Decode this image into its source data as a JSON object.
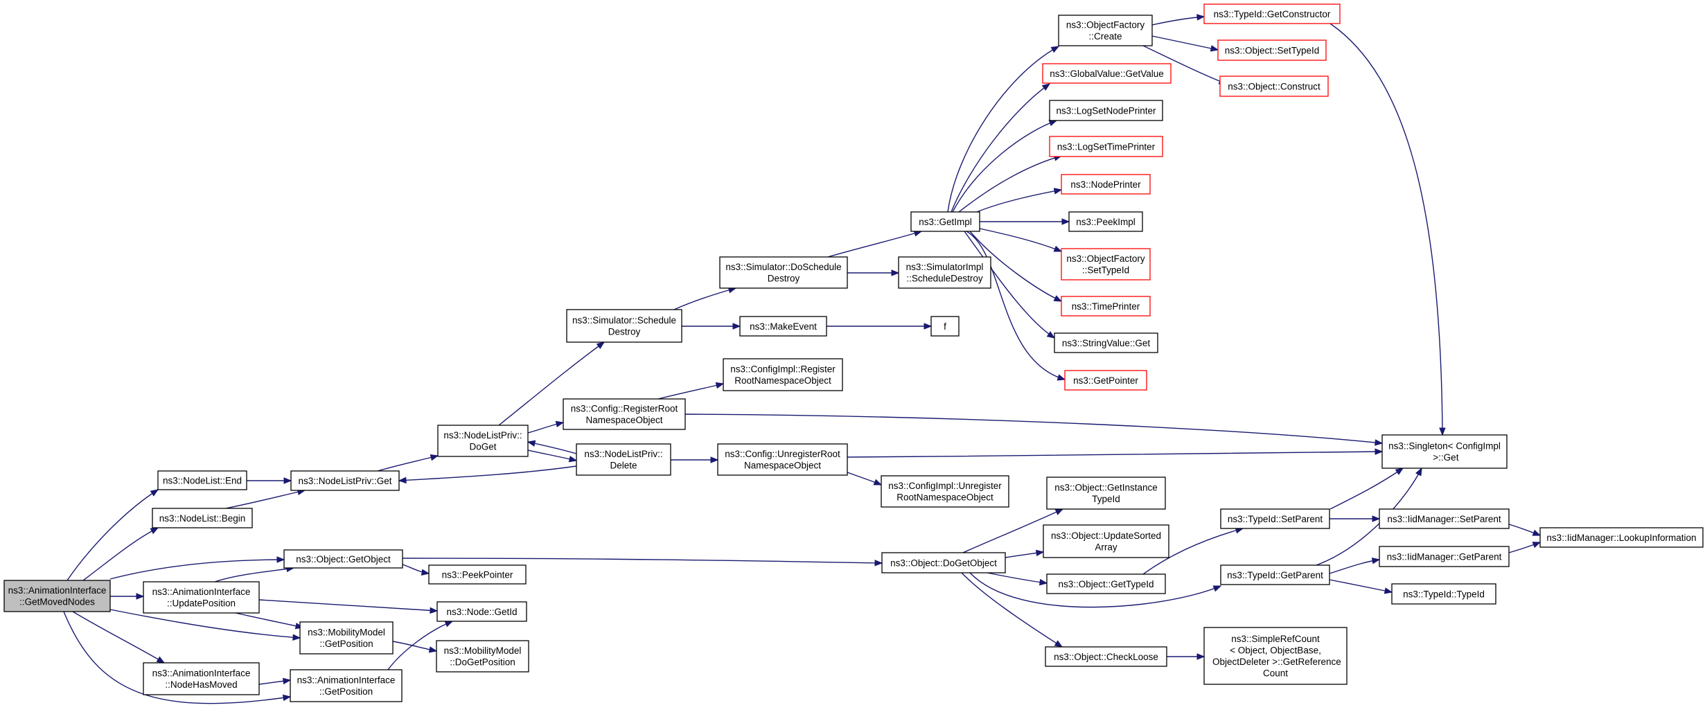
{
  "graph": {
    "nodes": [
      {
        "id": "root",
        "lines": [
          "ns3::AnimationInterface",
          "::GetMovedNodes"
        ],
        "root": true
      },
      {
        "id": "nl_end",
        "lines": [
          "ns3::NodeList::End"
        ]
      },
      {
        "id": "nl_begin",
        "lines": [
          "ns3::NodeList::Begin"
        ]
      },
      {
        "id": "nlp_get",
        "lines": [
          "ns3::NodeListPriv::Get"
        ]
      },
      {
        "id": "nlp_doget",
        "lines": [
          "ns3::NodeListPriv::",
          "DoGet"
        ]
      },
      {
        "id": "nlp_delete",
        "lines": [
          "ns3::NodeListPriv::",
          "Delete"
        ]
      },
      {
        "id": "sim_schedule",
        "lines": [
          "ns3::Simulator::Schedule",
          "Destroy"
        ]
      },
      {
        "id": "sim_doschedule",
        "lines": [
          "ns3::Simulator::DoSchedule",
          "Destroy"
        ]
      },
      {
        "id": "makeevent",
        "lines": [
          "ns3::MakeEvent"
        ]
      },
      {
        "id": "f",
        "lines": [
          "f"
        ]
      },
      {
        "id": "simimpl_sd",
        "lines": [
          "ns3::SimulatorImpl",
          "::ScheduleDestroy"
        ]
      },
      {
        "id": "getimpl",
        "lines": [
          "ns3::GetImpl"
        ]
      },
      {
        "id": "of_create",
        "lines": [
          "ns3::ObjectFactory",
          "::Create"
        ]
      },
      {
        "id": "tid_getctor",
        "lines": [
          "ns3::TypeId::GetConstructor"
        ],
        "missing": true
      },
      {
        "id": "obj_settypeid",
        "lines": [
          "ns3::Object::SetTypeId"
        ],
        "missing": true
      },
      {
        "id": "obj_construct",
        "lines": [
          "ns3::Object::Construct"
        ],
        "missing": true
      },
      {
        "id": "gv_getvalue",
        "lines": [
          "ns3::GlobalValue::GetValue"
        ],
        "missing": true
      },
      {
        "id": "lognodeprinter",
        "lines": [
          "ns3::LogSetNodePrinter"
        ]
      },
      {
        "id": "logtimeprinter",
        "lines": [
          "ns3::LogSetTimePrinter"
        ],
        "missing": true
      },
      {
        "id": "nodeprinter",
        "lines": [
          "ns3::NodePrinter"
        ],
        "missing": true
      },
      {
        "id": "peekimpl",
        "lines": [
          "ns3::PeekImpl"
        ]
      },
      {
        "id": "of_settypeid",
        "lines": [
          "ns3::ObjectFactory",
          "::SetTypeId"
        ],
        "missing": true
      },
      {
        "id": "timeprinter",
        "lines": [
          "ns3::TimePrinter"
        ],
        "missing": true
      },
      {
        "id": "stringvalue_get",
        "lines": [
          "ns3::StringValue::Get"
        ]
      },
      {
        "id": "getpointer",
        "lines": [
          "ns3::GetPointer"
        ],
        "missing": true
      },
      {
        "id": "cfgimpl_reg",
        "lines": [
          "ns3::ConfigImpl::Register",
          "RootNamespaceObject"
        ]
      },
      {
        "id": "cfg_reg",
        "lines": [
          "ns3::Config::RegisterRoot",
          "NamespaceObject"
        ]
      },
      {
        "id": "cfg_unreg",
        "lines": [
          "ns3::Config::UnregisterRoot",
          "NamespaceObject"
        ]
      },
      {
        "id": "cfgimpl_unreg",
        "lines": [
          "ns3::ConfigImpl::Unregister",
          "RootNamespaceObject"
        ]
      },
      {
        "id": "singleton_get",
        "lines": [
          "ns3::Singleton< ConfigImpl",
          " >::Get"
        ]
      },
      {
        "id": "obj_getobject",
        "lines": [
          "ns3::Object::GetObject"
        ]
      },
      {
        "id": "peekpointer",
        "lines": [
          "ns3::PeekPointer"
        ]
      },
      {
        "id": "ai_updatepos",
        "lines": [
          "ns3::AnimationInterface",
          "::UpdatePosition"
        ]
      },
      {
        "id": "node_getid",
        "lines": [
          "ns3::Node::GetId"
        ]
      },
      {
        "id": "mm_getpos",
        "lines": [
          "ns3::MobilityModel",
          "::GetPosition"
        ]
      },
      {
        "id": "mm_dogetpos",
        "lines": [
          "ns3::MobilityModel",
          "::DoGetPosition"
        ]
      },
      {
        "id": "ai_nodehasmoved",
        "lines": [
          "ns3::AnimationInterface",
          "::NodeHasMoved"
        ]
      },
      {
        "id": "ai_getpos",
        "lines": [
          "ns3::AnimationInterface",
          "::GetPosition"
        ]
      },
      {
        "id": "obj_dogetobject",
        "lines": [
          "ns3::Object::DoGetObject"
        ]
      },
      {
        "id": "obj_getinstance",
        "lines": [
          "ns3::Object::GetInstance",
          "TypeId"
        ]
      },
      {
        "id": "obj_updatesorted",
        "lines": [
          "ns3::Object::UpdateSorted",
          "Array"
        ]
      },
      {
        "id": "obj_gettypeid",
        "lines": [
          "ns3::Object::GetTypeId"
        ]
      },
      {
        "id": "obj_checkloose",
        "lines": [
          "ns3::Object::CheckLoose"
        ]
      },
      {
        "id": "src_getref",
        "lines": [
          "ns3::SimpleRefCount",
          "< Object, ObjectBase,",
          " ObjectDeleter >::GetReference",
          "Count"
        ]
      },
      {
        "id": "tid_setparent",
        "lines": [
          "ns3::TypeId::SetParent"
        ]
      },
      {
        "id": "tid_getparent",
        "lines": [
          "ns3::TypeId::GetParent"
        ]
      },
      {
        "id": "iid_setparent",
        "lines": [
          "ns3::IidManager::SetParent"
        ]
      },
      {
        "id": "iid_getparent",
        "lines": [
          "ns3::IidManager::GetParent"
        ]
      },
      {
        "id": "iid_lookup",
        "lines": [
          "ns3::IidManager::LookupInformation"
        ]
      },
      {
        "id": "tid_typeid",
        "lines": [
          "ns3::TypeId::TypeId"
        ]
      }
    ]
  }
}
